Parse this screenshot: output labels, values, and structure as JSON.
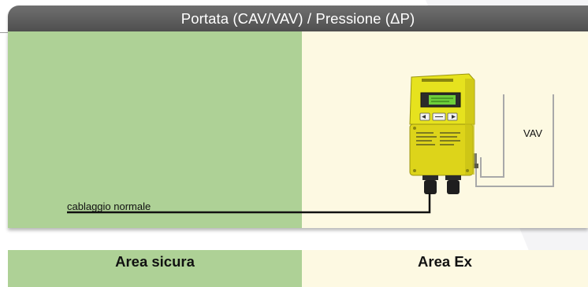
{
  "title": "Portata (CAV/VAV) / Pressione (ΔP)",
  "cable_label": "cablaggio normale",
  "vav_label": "VAV",
  "zones": {
    "safe": "Area sicura",
    "ex": "Area Ex"
  },
  "device": {
    "type": "pressure-transmitter-icon",
    "color": "#e4e21a"
  },
  "colors": {
    "safe_area": "#aed196",
    "ex_area": "#fdf9e2",
    "title_bar": "#5f5f5f",
    "cable": "#111111",
    "tube": "#a9a9a9"
  }
}
